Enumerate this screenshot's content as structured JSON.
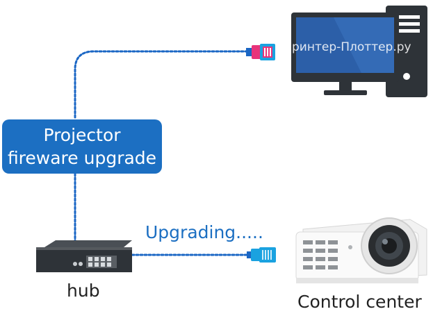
{
  "labels": {
    "box_line1": "Projector",
    "box_line2": "fireware upgrade",
    "status": "Upgrading.....",
    "hub": "hub",
    "projector": "Control center"
  },
  "watermark": "ринтер-Плоттер.ру",
  "colors": {
    "accent": "#1c6fc2",
    "cable": "#1a66c4",
    "plug_top": "#e8337a",
    "plug_bottom": "#1aa2e0",
    "monitor_screen": "#2c5fa8",
    "dark": "#2e3338"
  },
  "icons": [
    "computer-icon",
    "rj45-plug-icon",
    "network-hub-icon",
    "projector-icon"
  ]
}
